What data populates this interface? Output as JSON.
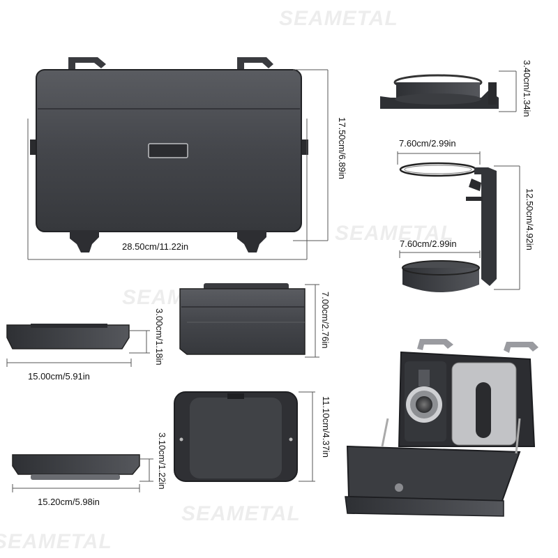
{
  "brand": {
    "watermark": "SEAMETAL"
  },
  "dimensions": {
    "main_height": "17.50cm/6.89in",
    "main_width": "28.50cm/11.22in",
    "cup_depth": "3.40cm/1.34in",
    "cup_top_diameter": "7.60cm/2.99in",
    "cup_holder_height": "12.50cm/4.92in",
    "cup_bottom_diameter": "7.60cm/2.99in",
    "tissue_height": "7.00cm/2.76in",
    "tray_depth": "3.00cm/1.18in",
    "tray_length": "15.00cm/5.91in",
    "lid_height": "11.10cm/4.37in",
    "lid_depth": "3.10cm/1.22in",
    "lid_length": "15.20cm/5.98in"
  },
  "colors": {
    "body_dark": "#3a3c40",
    "body_mid": "#4b4d52",
    "body_light": "#6a6c71",
    "edge": "#222326",
    "line": "#555555"
  }
}
